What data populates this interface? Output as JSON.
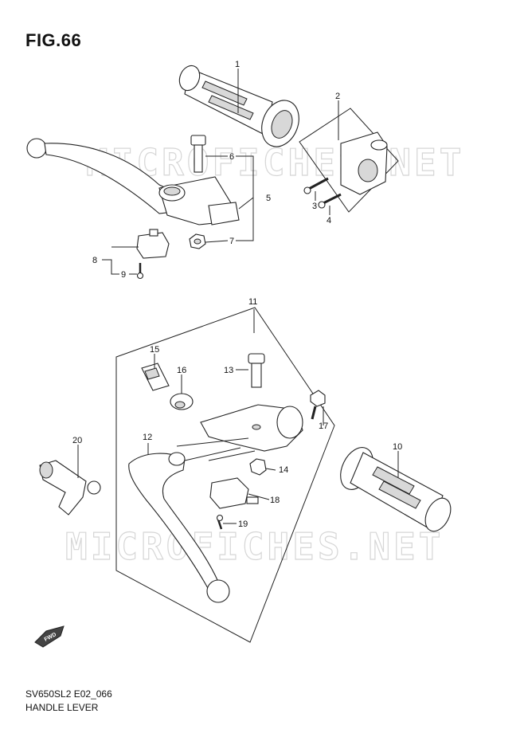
{
  "figure": {
    "title": "FIG.66"
  },
  "footer": {
    "code": "SV650SL2 E02_066",
    "name": "HANDLE LEVER"
  },
  "watermark": "MICROFICHES.NET",
  "fwd_label": "FWD",
  "callouts": {
    "c1": "1",
    "c2": "2",
    "c3": "3",
    "c4": "4",
    "c5": "5",
    "c6": "6",
    "c7": "7",
    "c8": "8",
    "c9": "9",
    "c10": "10",
    "c11": "11",
    "c12": "12",
    "c13": "13",
    "c14": "14",
    "c15": "15",
    "c16": "16",
    "c17": "17",
    "c18": "18",
    "c19": "19",
    "c20": "20"
  }
}
